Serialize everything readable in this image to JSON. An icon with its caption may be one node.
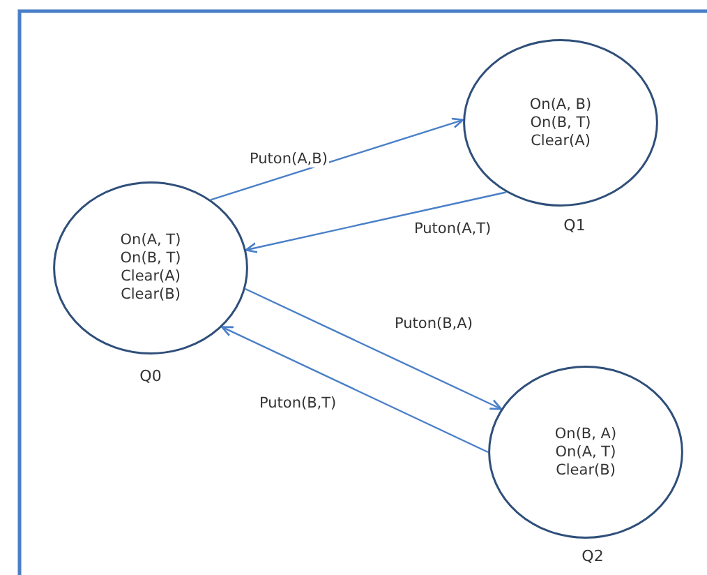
{
  "diagram": {
    "nodes": [
      {
        "text": [
          "On(A, T)",
          "On(B, T)",
          "Clear(A)",
          "Clear(B)"
        ],
        "beside": [
          "Q0"
        ]
      },
      {
        "text": [
          "On(A, B)",
          "On(B, T)",
          "Clear(A)"
        ],
        "beside": [
          "Q1"
        ]
      },
      {
        "text": [
          "On(B, A)",
          "On(A, T)",
          "Clear(B)"
        ],
        "beside": [
          "Q2"
        ]
      }
    ],
    "edges": [
      {
        "from": 0,
        "to": 1,
        "arrow": "to",
        "label": "Puton(A,B)"
      },
      {
        "from": 1,
        "to": 0,
        "arrow": "to",
        "label": "Puton(A,T)"
      },
      {
        "from": 0,
        "to": 2,
        "arrow": "to",
        "label": "Puton(B,A)"
      },
      {
        "from": 2,
        "to": 0,
        "arrow": "to",
        "label": "Puton(B,T)"
      }
    ]
  }
}
